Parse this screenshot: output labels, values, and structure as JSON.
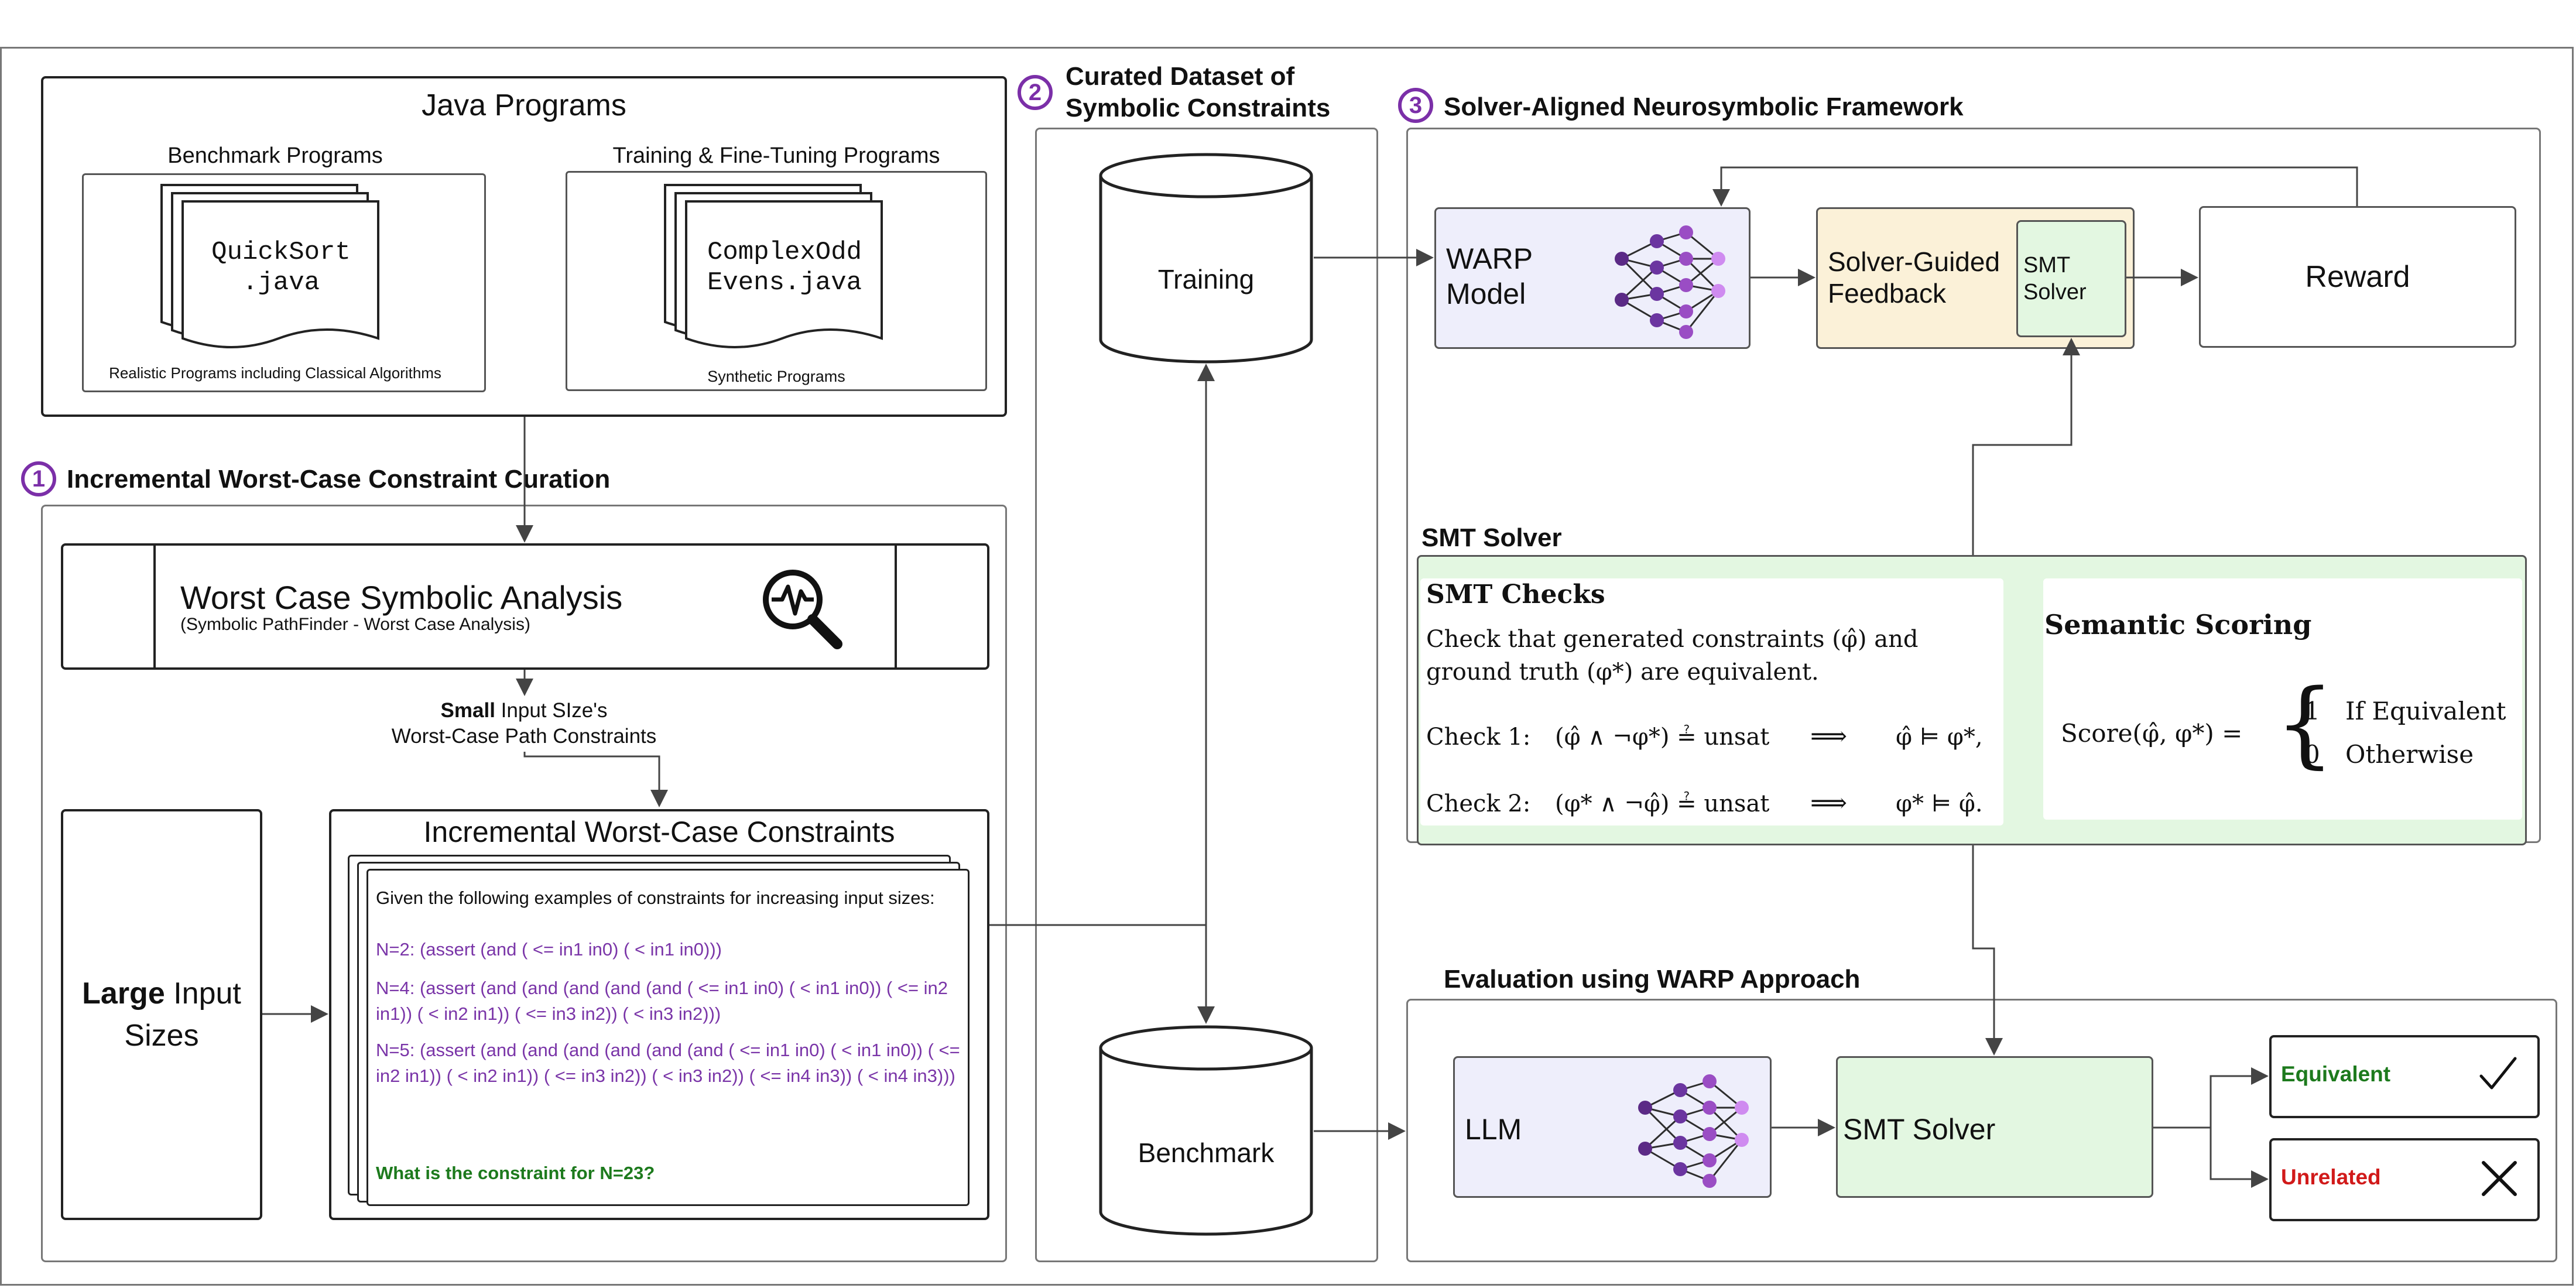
{
  "java": {
    "title": "Java Programs",
    "benchmark_label": "Benchmark Programs",
    "benchmark_file": "QuickSort\n.java",
    "benchmark_caption": "Realistic Programs including Classical Algorithms",
    "training_label": "Training & Fine-Tuning Programs",
    "training_file": "ComplexOdd\nEvens.java",
    "training_caption": "Synthetic Programs"
  },
  "section1": {
    "number": "1",
    "title": "Incremental Worst-Case Constraint Curation",
    "analysis_title": "Worst Case Symbolic Analysis",
    "analysis_subtitle": "(Symbolic PathFinder - Worst Case Analysis)",
    "small_bold": "Small",
    "small_rest": " Input SIze's",
    "small_line2": "Worst-Case Path Constraints",
    "large_bold": "Large",
    "large_rest": " Input",
    "large_line2": "Sizes",
    "inc_title": "Incremental Worst-Case Constraints",
    "prompt_intro": "Given the following examples of constraints for increasing input sizes:",
    "n2": "N=2: (assert (and ( <= in1 in0) ( < in1 in0)))",
    "n4": "N=4: (assert (and (and (and (and (and ( <= in1 in0) ( < in1 in0)) ( <= in2 in1)) ( < in2 in1)) ( <= in3 in2)) ( < in3 in2)))",
    "n5": "N=5: (assert (and (and (and (and (and (and ( <= in1 in0) ( < in1 in0)) ( <= in2 in1)) ( < in2 in1)) ( <= in3 in2)) ( < in3 in2)) ( <= in4 in3)) ( < in4 in3)))",
    "question": "What is the constraint for N=23?"
  },
  "section2": {
    "number": "2",
    "title_line1": "Curated Dataset of",
    "title_line2": "Symbolic Constraints",
    "training": "Training",
    "benchmark": "Benchmark"
  },
  "section3": {
    "number": "3",
    "title": "Solver-Aligned Neurosymbolic Framework",
    "warp_line1": "WARP",
    "warp_line2": "Model",
    "feedback_line1": "Solver-Guided",
    "feedback_line2": "Feedback",
    "smt_small_line1": "SMT",
    "smt_small_line2": "Solver",
    "reward": "Reward",
    "smt_solver_title": "SMT Solver",
    "checks_title": "SMT Checks",
    "checks_desc": "Check that generated constraints (φ̂) and ground truth (φ*) are equivalent.",
    "check1_label": "Check 1:",
    "check1_formula": "(φ̂ ∧ ¬φ*) ≟ unsat",
    "check1_implies": "⟹",
    "check1_result": "φ̂ ⊨ φ*,",
    "check2_label": "Check 2:",
    "check2_formula": "(φ* ∧ ¬φ̂) ≟ unsat",
    "check2_implies": "⟹",
    "check2_result": "φ* ⊨ φ̂.",
    "scoring_title": "Semantic Scoring",
    "score_lhs": "Score(φ̂, φ*) =",
    "score_case1_val": "1",
    "score_case1_text": "If Equivalent",
    "score_case2_val": "0",
    "score_case2_text": "Otherwise"
  },
  "evaluation": {
    "title": "Evaluation using WARP Approach",
    "llm": "LLM",
    "smt": "SMT Solver",
    "equivalent": "Equivalent",
    "unrelated": "Unrelated"
  },
  "colors": {
    "purple": "#7b2fa8",
    "green_fill": "#e3f7e1",
    "lavender_fill": "#eeeefb",
    "cream_fill": "#fbf1d8",
    "equiv_green": "#1d7a1d",
    "unrel_red": "#d11a1a"
  },
  "icons": [
    "magnifier-waveform-icon",
    "neural-network-icon",
    "check-mark-icon",
    "cross-mark-icon"
  ]
}
